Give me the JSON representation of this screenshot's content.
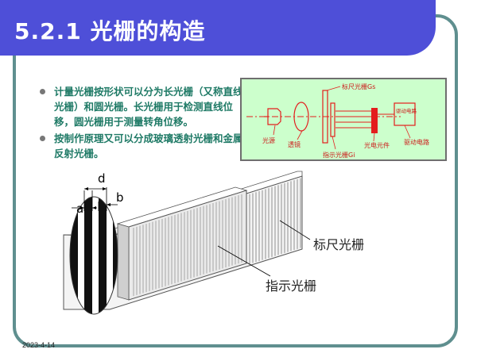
{
  "slide": {
    "title": "5.2.1 光栅的构造",
    "bullets": [
      "计量光栅按形状可以分为长光栅（又称直线光栅）和圆光栅。长光栅用于检测直线位移，圆光栅用于测量转角位移。",
      "按制作原理又可以分成玻璃透射光栅和金属反射光栅。"
    ],
    "footer_date": "2023-4-14"
  },
  "optics_diagram": {
    "labels": {
      "light_source": "光源",
      "lens": "透镜",
      "scale_grating": "标尺光栅Gs",
      "index_grating": "指示光栅Gi",
      "photo_element": "光电元件",
      "drive_box": "驱动电路",
      "drive_circuit": "驱动电路"
    },
    "colors": {
      "red": "#e31d1d",
      "background": "#ccffcc"
    }
  },
  "grating_figure": {
    "labels": {
      "d": "d",
      "a": "a",
      "b": "b",
      "scale_grating": "标尺光栅",
      "index_grating": "指示光栅"
    }
  }
}
